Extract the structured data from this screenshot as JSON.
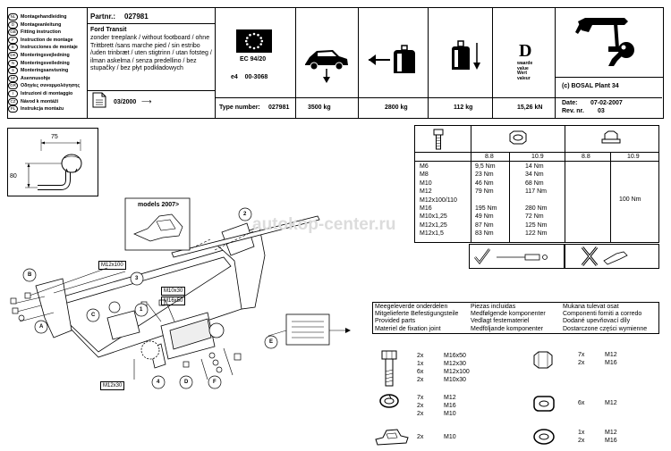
{
  "header": {
    "languages": [
      {
        "code": "NL",
        "label": "Montagehandleiding"
      },
      {
        "code": "D",
        "label": "Montageanleitung"
      },
      {
        "code": "GB",
        "label": "Fitting instruction"
      },
      {
        "code": "F",
        "label": "Instruction de montage"
      },
      {
        "code": "E",
        "label": "Instrucciones de montaje"
      },
      {
        "code": "DK",
        "label": "Monteringsvejledning"
      },
      {
        "code": "N",
        "label": "Monteringsveiledning"
      },
      {
        "code": "S",
        "label": "Monteringsanvisning"
      },
      {
        "code": "SF",
        "label": "Asennusohje"
      },
      {
        "code": "GR",
        "label": "Οδηγίες συναρμολόγησης"
      },
      {
        "code": "I",
        "label": "Istruzioni di montaggio"
      },
      {
        "code": "CZ",
        "label": "Návod k montáži"
      },
      {
        "code": "PL",
        "label": "Instrukcja montażu"
      }
    ],
    "part_number_label": "Partnr.:",
    "part_number": "027981",
    "vehicle": "Ford Transit",
    "description": "zonder treeplank / without footboard / ohne Trittbrett /sans marche pied / sin estribo /uden trinbræt / uten stigtrinn / utan fotsteg / ilman askelma / senza predellino / bez stupačky / bez płyt podkładowych",
    "date_range": "03/2000",
    "approval_standard": "EC 94/20",
    "approval_number": "e4    00-3068",
    "type_number_label": "Type number:",
    "type_number": "027981",
    "max_vehicle_mass": "3500 kg",
    "max_trailer_mass": "2800 kg",
    "max_vertical_load": "112 kg",
    "d_value_symbol": "D",
    "d_value_caption": "waarde\nvalue\nWert\nvaleur",
    "d_value": "15,26 kN",
    "copyright": "(c) BOSAL Plant 34",
    "date_label": "Date:",
    "date": "07-02-2007",
    "rev_label": "Rev. nr.",
    "rev": "03"
  },
  "dimensions": {
    "width": "75",
    "height": "80"
  },
  "diagram": {
    "models_label": "models 2007>",
    "watermark": "autokop-center.ru",
    "bolt_labels": [
      "M12x100",
      "M10x30",
      "M16x50",
      "M12x30"
    ],
    "callouts": [
      "A",
      "B",
      "C",
      "D",
      "E",
      "F",
      "1",
      "2",
      "3",
      "4"
    ]
  },
  "torque": {
    "grades": [
      "8.8",
      "10.9",
      "8.8",
      "10.9"
    ],
    "rows": [
      {
        "size": "M6",
        "g88": "9,5 Nm",
        "g109": "14  Nm"
      },
      {
        "size": "M8",
        "g88": "23  Nm",
        "g109": "34  Nm"
      },
      {
        "size": "M10",
        "g88": "46  Nm",
        "g109": "68  Nm"
      },
      {
        "size": "M12",
        "g88": "79  Nm",
        "g109": "117 Nm"
      },
      {
        "size": "M12x100/110",
        "g88": "",
        "g109": ""
      },
      {
        "size": "M16",
        "g88": "195 Nm",
        "g109": "280 Nm"
      },
      {
        "size": "M10x1,25",
        "g88": "49  Nm",
        "g109": "72  Nm"
      },
      {
        "size": "M12x1,25",
        "g88": "87  Nm",
        "g109": "125 Nm"
      },
      {
        "size": "M12x1,5",
        "g88": "83  Nm",
        "g109": "122 Nm"
      }
    ],
    "nut_value": "100 Nm"
  },
  "fasteners": {
    "headings": [
      [
        "Meegeleverde onderdelen",
        "Piezas incluidas",
        "Mukana tulevat osat"
      ],
      [
        "Mitgelieferte Befestigungsteile",
        "Medfølgende komponenter",
        "Componenti forniti a corredo"
      ],
      [
        "Provided parts",
        "Vedlagt festemateriel",
        "Dodané upevňovací díly"
      ],
      [
        "Materiel de fixation joint",
        "Medföljande komponenter",
        "Dostarczone części wymienne"
      ]
    ],
    "bolts": [
      {
        "qty": "2x",
        "size": "M16x50"
      },
      {
        "qty": "1x",
        "size": "M12x30"
      },
      {
        "qty": "6x",
        "size": "M12x100"
      },
      {
        "qty": "2x",
        "size": "M10x30"
      }
    ],
    "nuts": [
      {
        "qty": "7x",
        "size": "M12"
      },
      {
        "qty": "2x",
        "size": "M16"
      }
    ],
    "spring_washers": [
      {
        "qty": "7x",
        "size": "M12"
      },
      {
        "qty": "2x",
        "size": "M16"
      },
      {
        "qty": "2x",
        "size": "M10"
      }
    ],
    "plates": [
      {
        "qty": "6x",
        "size": "M12"
      }
    ],
    "clamp": [
      {
        "qty": "2x",
        "size": "M10"
      }
    ],
    "flat_washers": [
      {
        "qty": "1x",
        "size": "M12"
      },
      {
        "qty": "2x",
        "size": "M16"
      }
    ]
  }
}
